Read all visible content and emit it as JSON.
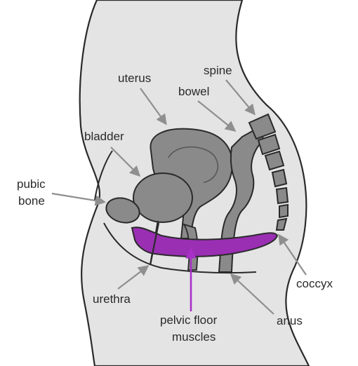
{
  "diagram": {
    "labels": {
      "spine": "spine",
      "uterus": "uterus",
      "bowel": "bowel",
      "bladder": "bladder",
      "pubic_bone_line1": "pubic",
      "pubic_bone_line2": "bone",
      "urethra": "urethra",
      "pelvic_floor_line1": "pelvic floor",
      "pelvic_floor_line2": "muscles",
      "coccyx": "coccyx",
      "anus": "anus"
    },
    "colors": {
      "body_fill": "#e4e4e4",
      "organ_fill": "#8a8a8a",
      "organ_stroke": "#2a2a2a",
      "muscle_fill": "#9a2fb3",
      "arrow_gray": "#8f8f8f",
      "arrow_highlight": "#a830c8"
    }
  }
}
